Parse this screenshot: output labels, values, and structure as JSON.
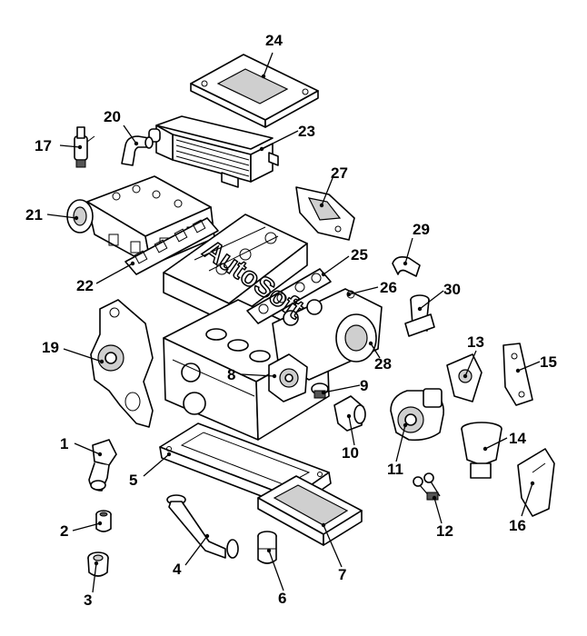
{
  "watermark": "AutoSoft",
  "callouts": [
    {
      "id": "1",
      "label": "1"
    },
    {
      "id": "2",
      "label": "2"
    },
    {
      "id": "3",
      "label": "3"
    },
    {
      "id": "4",
      "label": "4"
    },
    {
      "id": "5",
      "label": "5"
    },
    {
      "id": "6",
      "label": "6"
    },
    {
      "id": "7",
      "label": "7"
    },
    {
      "id": "8",
      "label": "8"
    },
    {
      "id": "9",
      "label": "9"
    },
    {
      "id": "10",
      "label": "10"
    },
    {
      "id": "11",
      "label": "11"
    },
    {
      "id": "12",
      "label": "12"
    },
    {
      "id": "13",
      "label": "13"
    },
    {
      "id": "14",
      "label": "14"
    },
    {
      "id": "15",
      "label": "15"
    },
    {
      "id": "16",
      "label": "16"
    },
    {
      "id": "17",
      "label": "17"
    },
    {
      "id": "19",
      "label": "19"
    },
    {
      "id": "20",
      "label": "20"
    },
    {
      "id": "21",
      "label": "21"
    },
    {
      "id": "22",
      "label": "22"
    },
    {
      "id": "23",
      "label": "23"
    },
    {
      "id": "24",
      "label": "24"
    },
    {
      "id": "25",
      "label": "25"
    },
    {
      "id": "26",
      "label": "26"
    },
    {
      "id": "27",
      "label": "27"
    },
    {
      "id": "28",
      "label": "28"
    },
    {
      "id": "29",
      "label": "29"
    },
    {
      "id": "30",
      "label": "30"
    }
  ]
}
